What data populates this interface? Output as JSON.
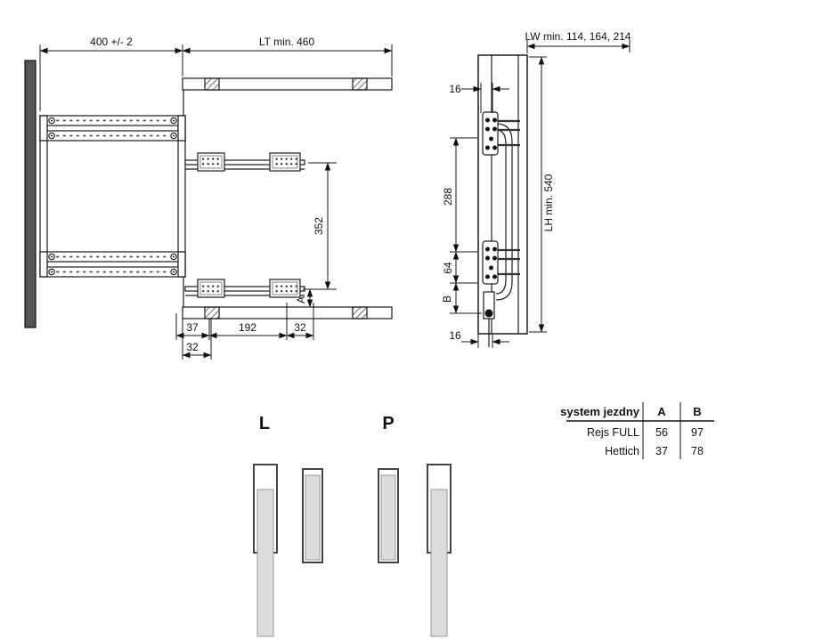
{
  "front_view": {
    "dim_width": "400 +/- 2",
    "dim_depth": "LT min. 460",
    "dim_352": "352",
    "label_a": "A",
    "dim_37": "37",
    "dim_192": "192",
    "dim_32": "32",
    "dim_32_offset": "32"
  },
  "side_view": {
    "dim_lw": "LW min. 114, 164, 214",
    "dim_16_top": "16",
    "dim_288": "288",
    "dim_64": "64",
    "label_b": "B",
    "dim_lh": "LH min. 540",
    "dim_16_bottom": "16"
  },
  "orientation": {
    "left": "L",
    "right": "P"
  },
  "table": {
    "headers": [
      "system jezdny",
      "A",
      "B"
    ],
    "rows": [
      {
        "name": "Rejs FULL",
        "a": "56",
        "b": "97"
      },
      {
        "name": "Hettich",
        "a": "37",
        "b": "78"
      }
    ]
  },
  "colors": {
    "line": "#1a1a1a",
    "wall_fill": "#555555",
    "panel_gray": "#dcdcdc"
  }
}
